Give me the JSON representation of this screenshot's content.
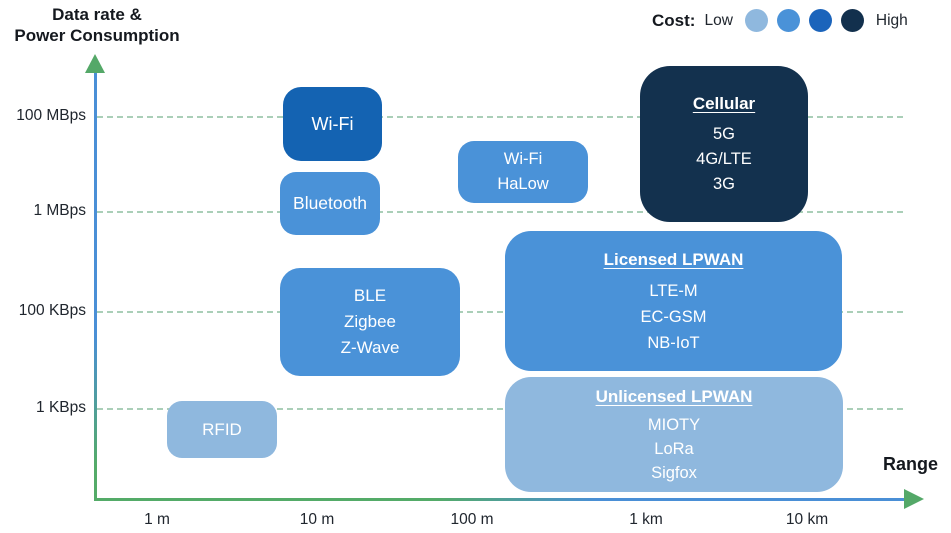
{
  "y_axis": {
    "title_line1": "Data rate &",
    "title_line2": "Power Consumption",
    "ticks": [
      "100 MBps",
      "1 MBps",
      "100 KBps",
      "1 KBps"
    ]
  },
  "x_axis": {
    "title": "Range",
    "ticks": [
      "1 m",
      "10 m",
      "100 m",
      "1 km",
      "10 km"
    ]
  },
  "cost_legend": {
    "label": "Cost:",
    "low_label": "Low",
    "high_label": "High",
    "colors": [
      "#8fb8de",
      "#4a92d8",
      "#1b64bb",
      "#12304d"
    ]
  },
  "nodes": {
    "wifi": {
      "title": "Wi-Fi",
      "color": "#1463b2"
    },
    "bluetooth": {
      "title": "Bluetooth",
      "color": "#4a92d8"
    },
    "halow": {
      "lines": [
        "Wi-Fi",
        "HaLow"
      ],
      "color": "#4a92d8"
    },
    "cellular": {
      "title": "Cellular",
      "lines": [
        "5G",
        "4G/LTE",
        "3G"
      ],
      "color": "#13314e"
    },
    "ble": {
      "lines": [
        "BLE",
        "Zigbee",
        "Z-Wave"
      ],
      "color": "#4a92d8"
    },
    "licensed": {
      "title": "Licensed LPWAN",
      "lines": [
        "LTE-M",
        "EC-GSM",
        "NB-IoT"
      ],
      "color": "#4a92d8"
    },
    "unlicensed": {
      "title": "Unlicensed LPWAN",
      "lines": [
        "MIOTY",
        "LoRa",
        "Sigfox"
      ],
      "color": "#8fb8de"
    },
    "rfid": {
      "title": "RFID",
      "color": "#8fb8de"
    }
  },
  "chart_data": {
    "type": "scatter",
    "title": "",
    "xlabel": "Range",
    "ylabel": "Data rate & Power Consumption",
    "x_ticks": [
      "1 m",
      "10 m",
      "100 m",
      "1 km",
      "10 km"
    ],
    "y_ticks": [
      "1 KBps",
      "100 KBps",
      "1 MBps",
      "100 MBps"
    ],
    "grid": "horizontal-dashed",
    "legend": {
      "label": "Cost",
      "scale": [
        "Low",
        "High"
      ],
      "level_colors": [
        "#8fb8de",
        "#4a92d8",
        "#1b64bb",
        "#12304d"
      ],
      "position": "top-right"
    },
    "points": [
      {
        "label": "Wi-Fi",
        "range": "10 m",
        "data_rate": "100 MBps",
        "cost_level": 3
      },
      {
        "label": "Bluetooth",
        "range": "10 m",
        "data_rate": "1 MBps",
        "cost_level": 2
      },
      {
        "label": "Wi-Fi HaLow",
        "range": "100 m",
        "data_rate": "1-100 MBps",
        "cost_level": 2
      },
      {
        "label": "Cellular (5G, 4G/LTE, 3G)",
        "range": "1 km",
        "data_rate": "1-100 MBps",
        "cost_level": 4
      },
      {
        "label": "BLE / Zigbee / Z-Wave",
        "range": "10 m",
        "data_rate": "100 KBps",
        "cost_level": 2
      },
      {
        "label": "Licensed LPWAN (LTE-M, EC-GSM, NB-IoT)",
        "range": "1-10 km",
        "data_rate": "100 KBps",
        "cost_level": 2
      },
      {
        "label": "Unlicensed LPWAN (MIOTY, LoRa, Sigfox)",
        "range": "1-10 km",
        "data_rate": "1 KBps",
        "cost_level": 1
      },
      {
        "label": "RFID",
        "range": "1 m",
        "data_rate": "1 KBps",
        "cost_level": 1
      }
    ]
  }
}
